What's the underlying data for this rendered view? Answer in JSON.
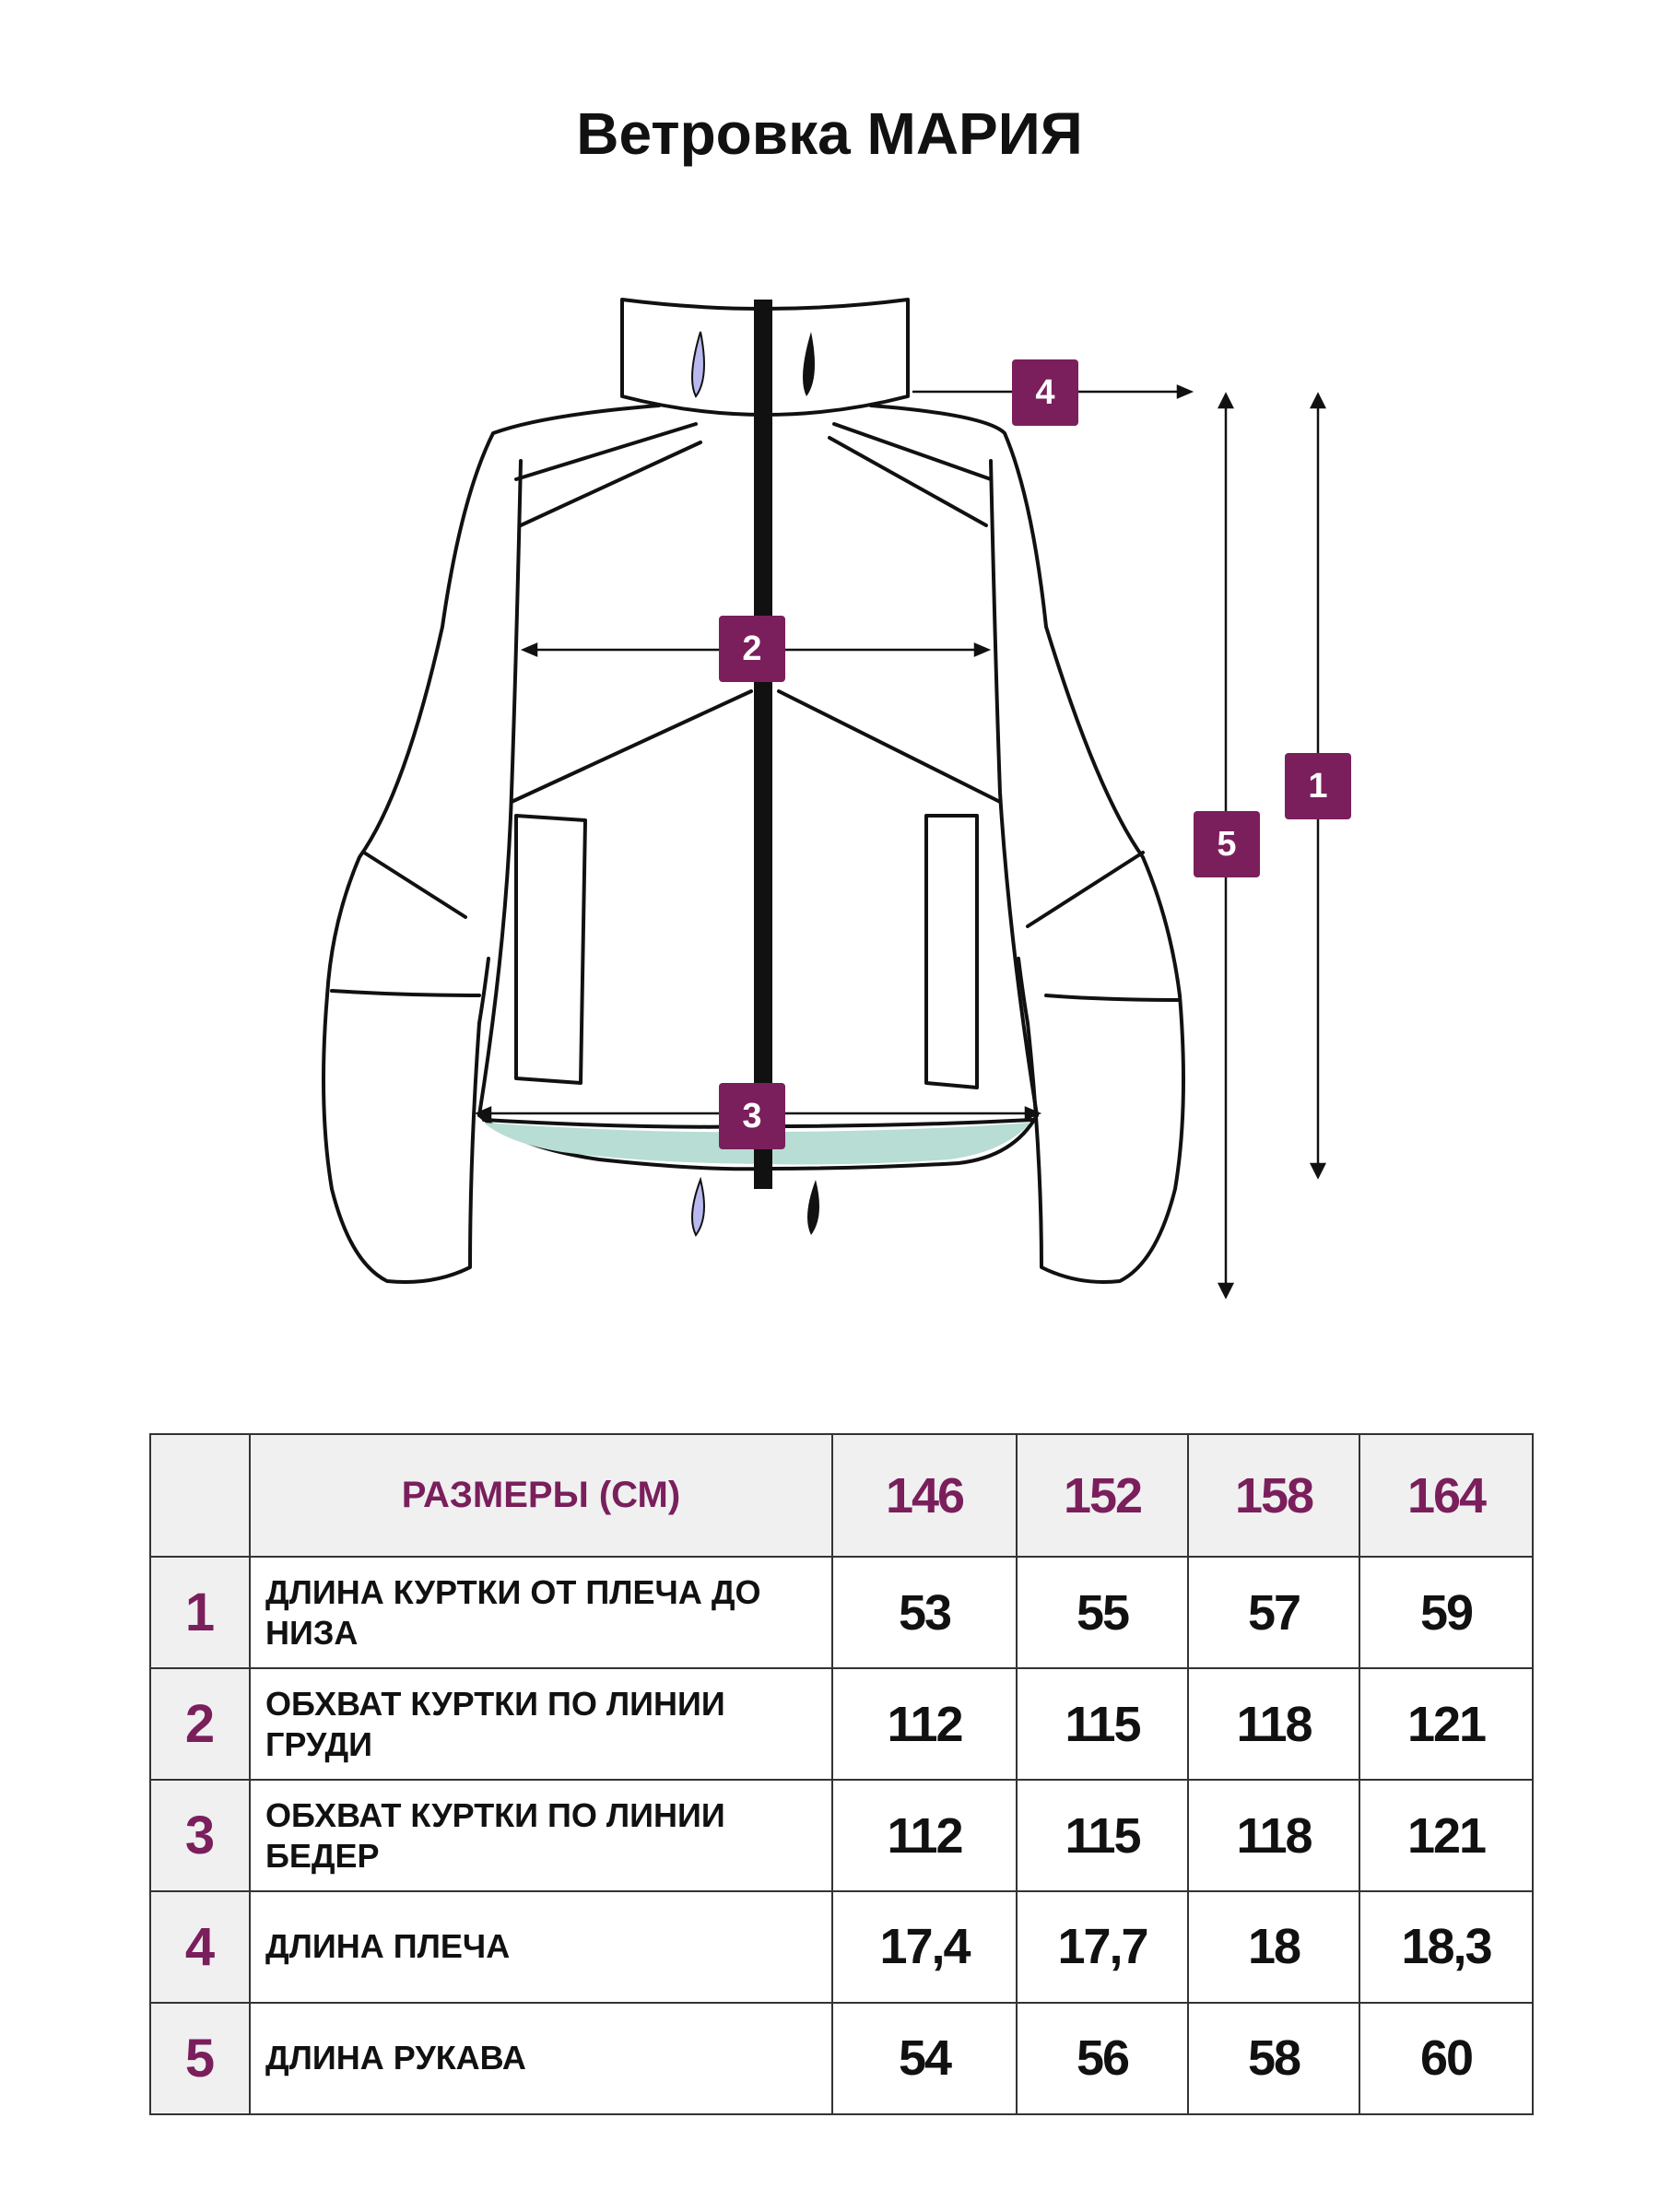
{
  "title": "Ветровка МАРИЯ",
  "markers": [
    "1",
    "2",
    "3",
    "4",
    "5"
  ],
  "colors": {
    "accent": "#7a1f5c",
    "header_bg": "#f0f0f0",
    "hem_fill": "#b7ddd4",
    "pull_tab": "#b9b9ef"
  },
  "table": {
    "header_label": "РАЗМЕРЫ (СМ)",
    "sizes": [
      "146",
      "152",
      "158",
      "164"
    ],
    "rows": [
      {
        "num": "1",
        "label": "ДЛИНА КУРТКИ ОТ ПЛЕЧА ДО НИЗА",
        "values": [
          "53",
          "55",
          "57",
          "59"
        ]
      },
      {
        "num": "2",
        "label": "ОБХВАТ КУРТКИ ПО ЛИНИИ ГРУДИ",
        "values": [
          "112",
          "115",
          "118",
          "121"
        ]
      },
      {
        "num": "3",
        "label": "ОБХВАТ КУРТКИ ПО ЛИНИИ БЕДЕР",
        "values": [
          "112",
          "115",
          "118",
          "121"
        ]
      },
      {
        "num": "4",
        "label": "ДЛИНА ПЛЕЧА",
        "values": [
          "17,4",
          "17,7",
          "18",
          "18,3"
        ]
      },
      {
        "num": "5",
        "label": "ДЛИНА РУКАВА",
        "values": [
          "54",
          "56",
          "58",
          "60"
        ]
      }
    ]
  }
}
